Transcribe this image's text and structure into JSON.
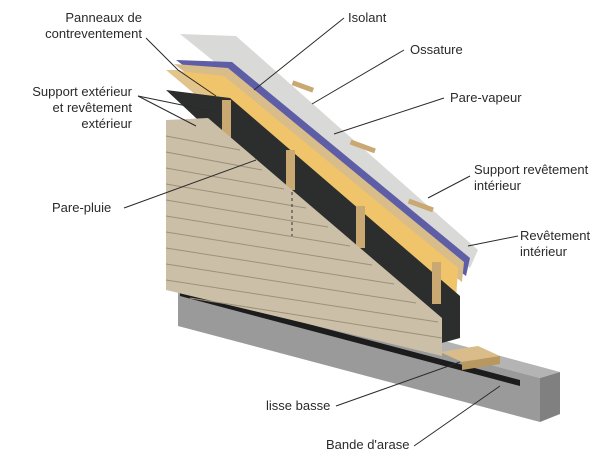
{
  "labels": {
    "panneaux": [
      "Panneaux de",
      "contreventement"
    ],
    "support_ext": [
      "Support extérieur",
      "et revêtement",
      "extérieur"
    ],
    "pare_pluie": "Pare-pluie",
    "isolant": "Isolant",
    "ossature": "Ossature",
    "pare_vapeur": "Pare-vapeur",
    "support_int": [
      "Support revêtement",
      "intérieur"
    ],
    "revetement_int": [
      "Revêtement",
      "intérieur"
    ],
    "lisse_basse": "lisse basse",
    "bande_arase": "Bande d'arase"
  },
  "colors": {
    "siding": "#cbbfa8",
    "siding_line": "#9d917c",
    "rain_barrier": "#2c2e2e",
    "insulation": "#f0c46a",
    "framing": "#d9bc8a",
    "vapor_barrier": "#5a5aa0",
    "drywall": "#d8d8d6",
    "foundation": "#9a9a9a",
    "leader": "#2a2a2a"
  }
}
